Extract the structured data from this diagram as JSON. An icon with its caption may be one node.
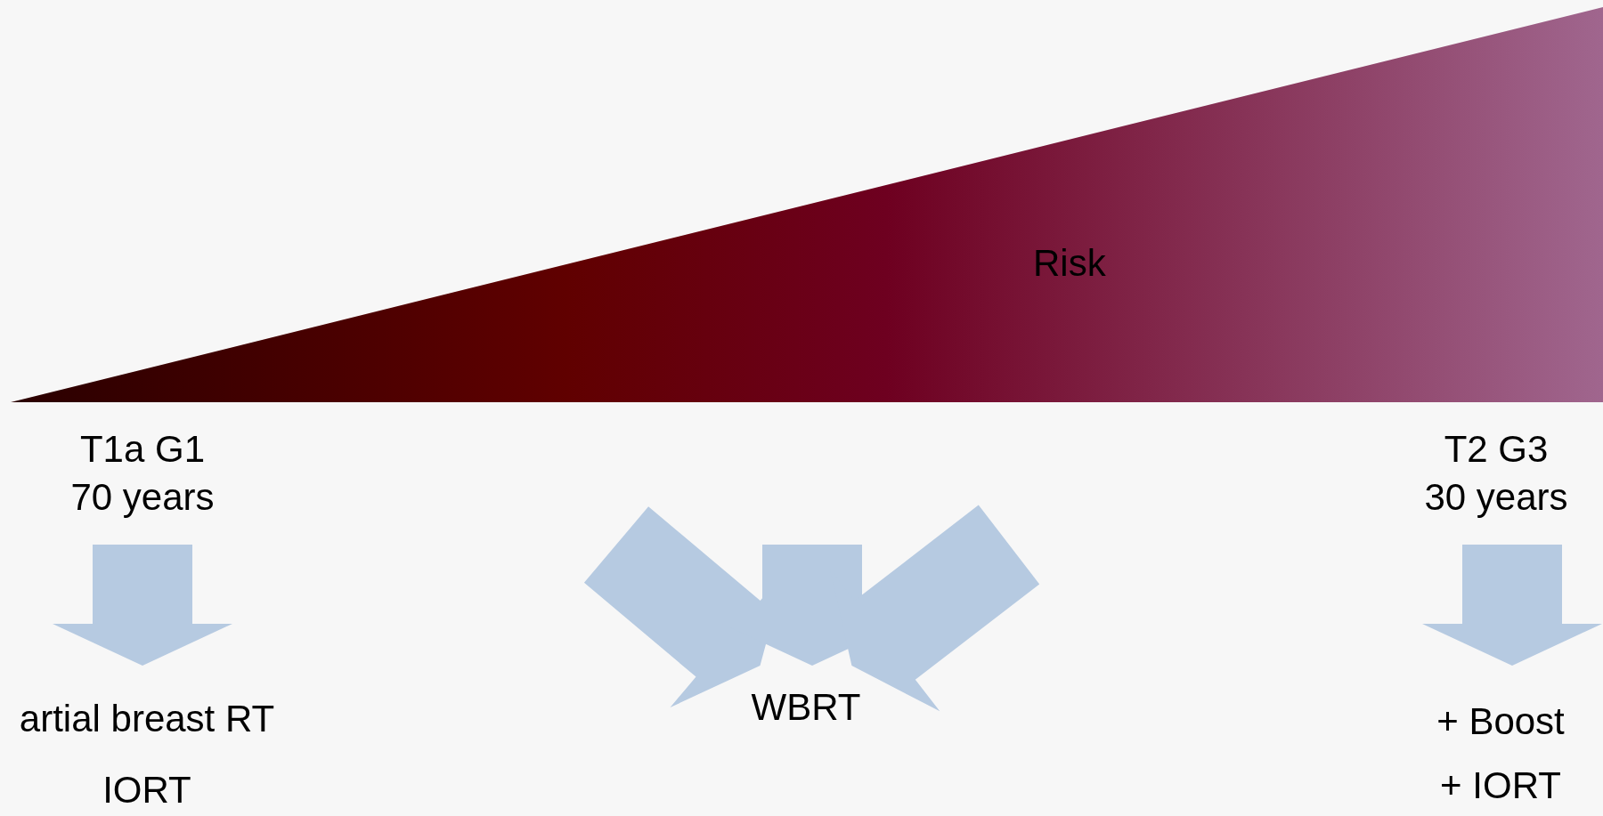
{
  "diagram": {
    "nodes": [
      {
        "text": [
          "Risk"
        ]
      },
      {
        "text": [
          "T1a G1",
          "70 years"
        ]
      },
      {
        "text": [
          "T2 G3",
          "30 years"
        ]
      },
      {
        "text": [
          "artial breast RT",
          "IORT"
        ]
      },
      {
        "text": [
          "WBRT"
        ]
      },
      {
        "text": [
          "+ Boost",
          "+ IORT"
        ]
      }
    ],
    "edges": [
      {
        "from": 1,
        "to": 3,
        "arrow": "to"
      },
      {
        "from": null,
        "to": 4,
        "arrow": "to"
      },
      {
        "from": null,
        "to": 4,
        "arrow": "to"
      },
      {
        "from": null,
        "to": 4,
        "arrow": "to"
      },
      {
        "from": 2,
        "to": 5,
        "arrow": "to"
      }
    ]
  }
}
